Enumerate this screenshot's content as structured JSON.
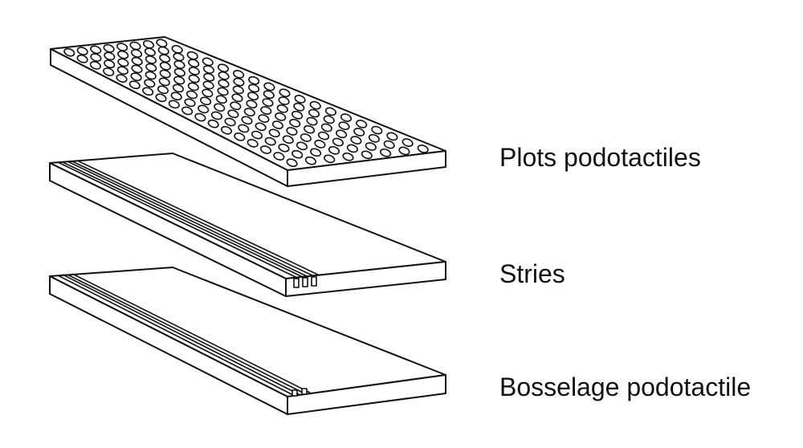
{
  "labels": {
    "plots": "Plots podotactiles",
    "stries": "Stries",
    "bosselage": "Bosselage podotactile"
  },
  "colors": {
    "line": "#111111",
    "background": "#ffffff"
  }
}
